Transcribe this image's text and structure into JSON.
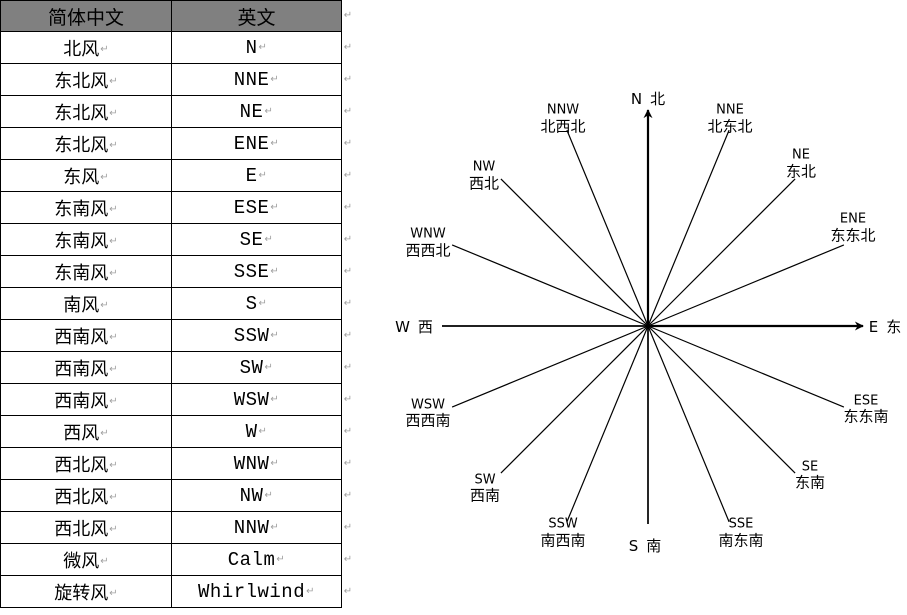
{
  "table": {
    "headers": [
      "简体中文",
      "英文"
    ],
    "rows": [
      {
        "zh": "北风",
        "en": "N"
      },
      {
        "zh": "东北风",
        "en": "NNE"
      },
      {
        "zh": "东北风",
        "en": "NE"
      },
      {
        "zh": "东北风",
        "en": "ENE"
      },
      {
        "zh": "东风",
        "en": "E"
      },
      {
        "zh": "东南风",
        "en": "ESE"
      },
      {
        "zh": "东南风",
        "en": "SE"
      },
      {
        "zh": "东南风",
        "en": "SSE"
      },
      {
        "zh": "南风",
        "en": "S"
      },
      {
        "zh": "西南风",
        "en": "SSW"
      },
      {
        "zh": "西南风",
        "en": "SW"
      },
      {
        "zh": "西南风",
        "en": "WSW"
      },
      {
        "zh": "西风",
        "en": "W"
      },
      {
        "zh": "西北风",
        "en": "WNW"
      },
      {
        "zh": "西北风",
        "en": "NW"
      },
      {
        "zh": "西北风",
        "en": "NNW"
      },
      {
        "zh": "微风",
        "en": "Calm"
      },
      {
        "zh": "旋转风",
        "en": "Whirlwind"
      }
    ]
  },
  "paragraph_mark": "↵",
  "compass": {
    "directions": [
      {
        "abbr": "N",
        "zh": "北",
        "cardinal": true
      },
      {
        "abbr": "NNE",
        "zh": "北东北"
      },
      {
        "abbr": "NE",
        "zh": "东北"
      },
      {
        "abbr": "ENE",
        "zh": "东东北"
      },
      {
        "abbr": "E",
        "zh": "东",
        "cardinal": true
      },
      {
        "abbr": "ESE",
        "zh": "东东南"
      },
      {
        "abbr": "SE",
        "zh": "东南"
      },
      {
        "abbr": "SSE",
        "zh": "南东南"
      },
      {
        "abbr": "S",
        "zh": "南",
        "cardinal": true
      },
      {
        "abbr": "SSW",
        "zh": "南西南"
      },
      {
        "abbr": "SW",
        "zh": "西南"
      },
      {
        "abbr": "WSW",
        "zh": "西西南"
      },
      {
        "abbr": "W",
        "zh": "西",
        "cardinal": true
      },
      {
        "abbr": "WNW",
        "zh": "西西北"
      },
      {
        "abbr": "NW",
        "zh": "西北"
      },
      {
        "abbr": "NNW",
        "zh": "北西北"
      }
    ]
  }
}
